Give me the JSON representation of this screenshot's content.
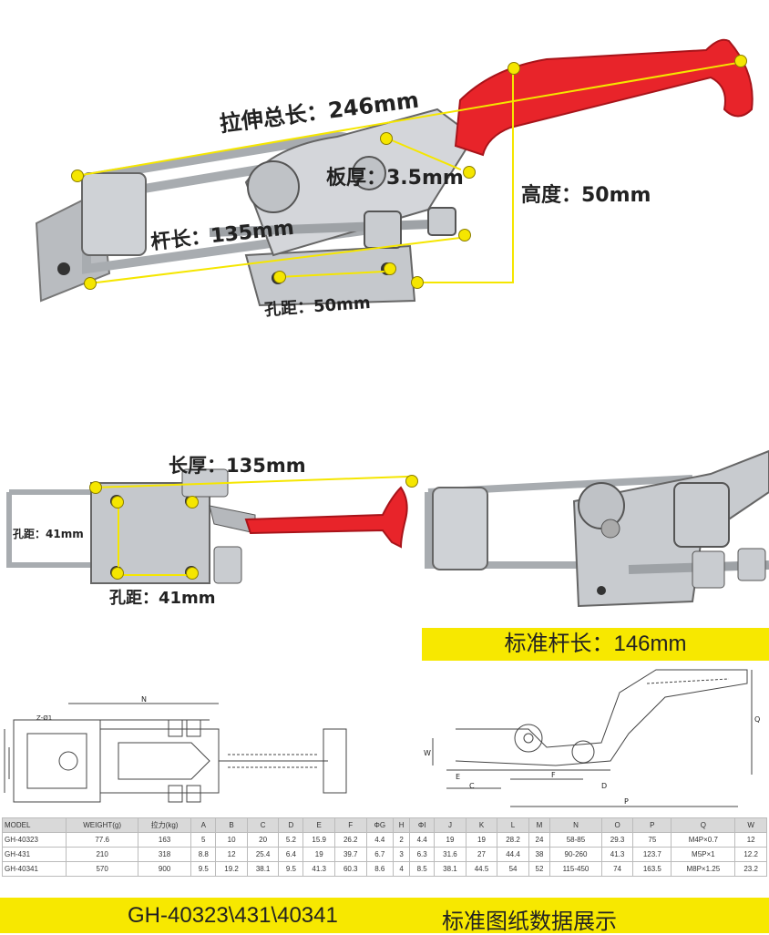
{
  "photo1": {
    "labels": {
      "stretch_length": "拉伸总长：246mm",
      "plate_thickness": "板厚：3.5mm",
      "height": "高度：50mm",
      "rod_length": "杆长：135mm",
      "hole_distance": "孔距：50mm"
    }
  },
  "photo2": {
    "labels": {
      "length": "长厚：135mm",
      "hole_distance_vertical": "孔距：41mm",
      "hole_distance_horizontal": "孔距：41mm"
    }
  },
  "standard_rod_banner": "标准杆长：146mm",
  "drawing": {
    "dims": {
      "n": "N",
      "a_tag": "Z-Ø1",
      "q": "Q",
      "w": "W",
      "p": "P",
      "c": "C",
      "f": "F",
      "d": "D",
      "e": "E"
    }
  },
  "spec_table": {
    "headers": [
      "MODEL",
      "WEIGHT(g)",
      "拉力(kg)",
      "A",
      "B",
      "C",
      "D",
      "E",
      "F",
      "ΦG",
      "H",
      "ΦI",
      "J",
      "K",
      "L",
      "M",
      "N",
      "O",
      "P",
      "Q",
      "W"
    ],
    "rows": [
      [
        "GH-40323",
        "77.6",
        "163",
        "5",
        "10",
        "20",
        "5.2",
        "15.9",
        "26.2",
        "4.4",
        "2",
        "4.4",
        "19",
        "19",
        "28.2",
        "24",
        "58-85",
        "29.3",
        "75",
        "M4P×0.7",
        "12"
      ],
      [
        "GH-431",
        "210",
        "318",
        "8.8",
        "12",
        "25.4",
        "6.4",
        "19",
        "39.7",
        "6.7",
        "3",
        "6.3",
        "31.6",
        "27",
        "44.4",
        "38",
        "90-260",
        "41.3",
        "123.7",
        "M5P×1",
        "12.2"
      ],
      [
        "GH-40341",
        "570",
        "900",
        "9.5",
        "19.2",
        "38.1",
        "9.5",
        "41.3",
        "60.3",
        "8.6",
        "4",
        "8.5",
        "38.1",
        "44.5",
        "54",
        "52",
        "115-450",
        "74",
        "163.5",
        "M8P×1.25",
        "23.2"
      ]
    ]
  },
  "footer": {
    "models": "GH-40323\\431\\40341",
    "caption": "标准图纸数据展示"
  },
  "colors": {
    "handle_red": "#e8242a",
    "annotation_yellow": "#f5e600",
    "steel": "#b9bcc0"
  }
}
